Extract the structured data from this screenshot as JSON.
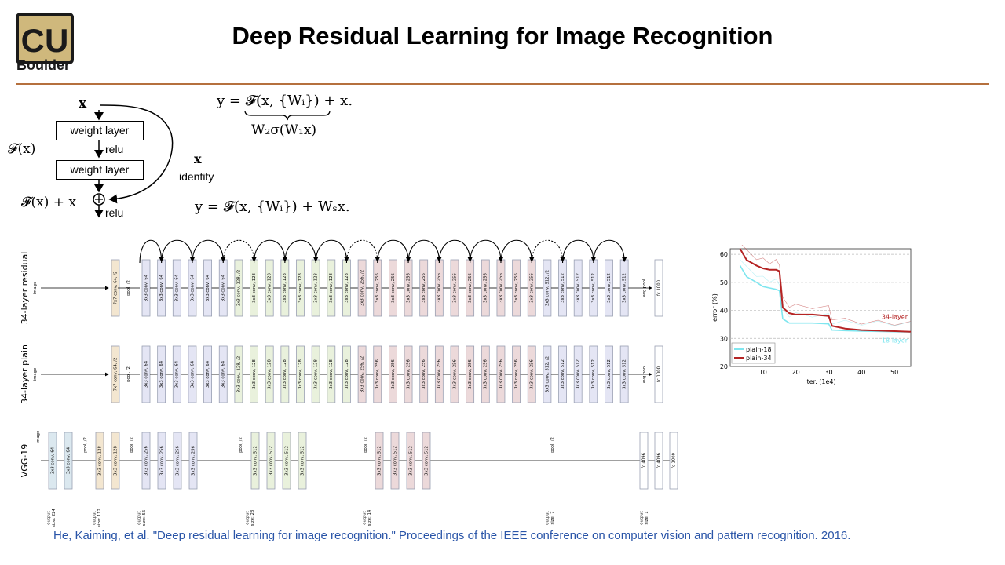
{
  "header": {
    "title": "Deep Residual Learning for Image Recognition",
    "logo_letters": "CU",
    "logo_text": "Boulder",
    "accent_color": "#b5703d"
  },
  "block": {
    "input": "x",
    "layer1": "weight layer",
    "layer2": "weight layer",
    "relu1": "relu",
    "relu2": "relu",
    "fx": "𝓕(x)",
    "fx_plus_x": "𝓕(x) + x",
    "skip_x": "x",
    "identity": "identity"
  },
  "equations": {
    "eq1": "y = 𝓕(x, {Wᵢ}) + x.",
    "eq1_under": "W₂σ(W₁x)",
    "eq2": "y = 𝓕(x, {Wᵢ}) + Wₛx."
  },
  "networks": {
    "residual_label": "34-layer residual",
    "plain_label": "34-layer plain",
    "vgg_label": "VGG-19",
    "image_label": "image",
    "conv7": "7x7 conv, 64, /2",
    "pool": "pool, /2",
    "avgpool": "avg pool",
    "fc1000": "fc 1000",
    "conv_64": "3x3 conv, 64",
    "conv_128_2": "3x3 conv, 128, /2",
    "conv_128": "3x3 conv, 128",
    "conv_256_2": "3x3 conv, 256, /2",
    "conv_256": "3x3 conv, 256",
    "conv_512_2": "3x3 conv, 512, /2",
    "conv_512": "3x3 conv, 512",
    "fc4096": "fc 4096",
    "output_sizes": [
      "output\nsize: 224",
      "output\nsize: 112",
      "output\nsize: 56",
      "output\nsize: 28",
      "output\nsize: 14",
      "output\nsize: 7",
      "output\nsize: 1"
    ]
  },
  "chart_data": {
    "type": "line",
    "xlabel": "iter. (1e4)",
    "ylabel": "error (%)",
    "xlim": [
      0,
      55
    ],
    "ylim": [
      20,
      62
    ],
    "xticks": [
      10,
      20,
      30,
      40,
      50
    ],
    "yticks": [
      20,
      30,
      40,
      50,
      60
    ],
    "grid": "dashed horizontal",
    "legend_position": "bottom-left",
    "annotations": [
      "34-layer",
      "18-layer"
    ],
    "series": [
      {
        "name": "plain-18",
        "color": "#7fe6ef",
        "x": [
          3,
          5,
          8,
          10,
          12,
          14,
          15,
          16,
          18,
          20,
          25,
          30,
          31,
          35,
          40,
          45,
          50,
          55
        ],
        "y": [
          56,
          52,
          50,
          48.5,
          48,
          47.5,
          47,
          37,
          35.5,
          35.5,
          35.5,
          35.2,
          33,
          32.8,
          32.6,
          32.5,
          32.4,
          32.3
        ]
      },
      {
        "name": "plain-34",
        "color": "#b52424",
        "x": [
          3,
          5,
          8,
          10,
          12,
          14,
          15,
          16,
          18,
          20,
          25,
          30,
          31,
          35,
          40,
          45,
          50,
          55
        ],
        "y": [
          62,
          58,
          56,
          55,
          54.5,
          54.5,
          54,
          41,
          39,
          38.5,
          38.5,
          38,
          34.5,
          33.5,
          33,
          32.8,
          32.6,
          32.4
        ]
      }
    ]
  },
  "citation": "He, Kaiming, et al. \"Deep residual learning for image recognition.\" Proceedings of the IEEE conference on computer vision and pattern recognition. 2016."
}
